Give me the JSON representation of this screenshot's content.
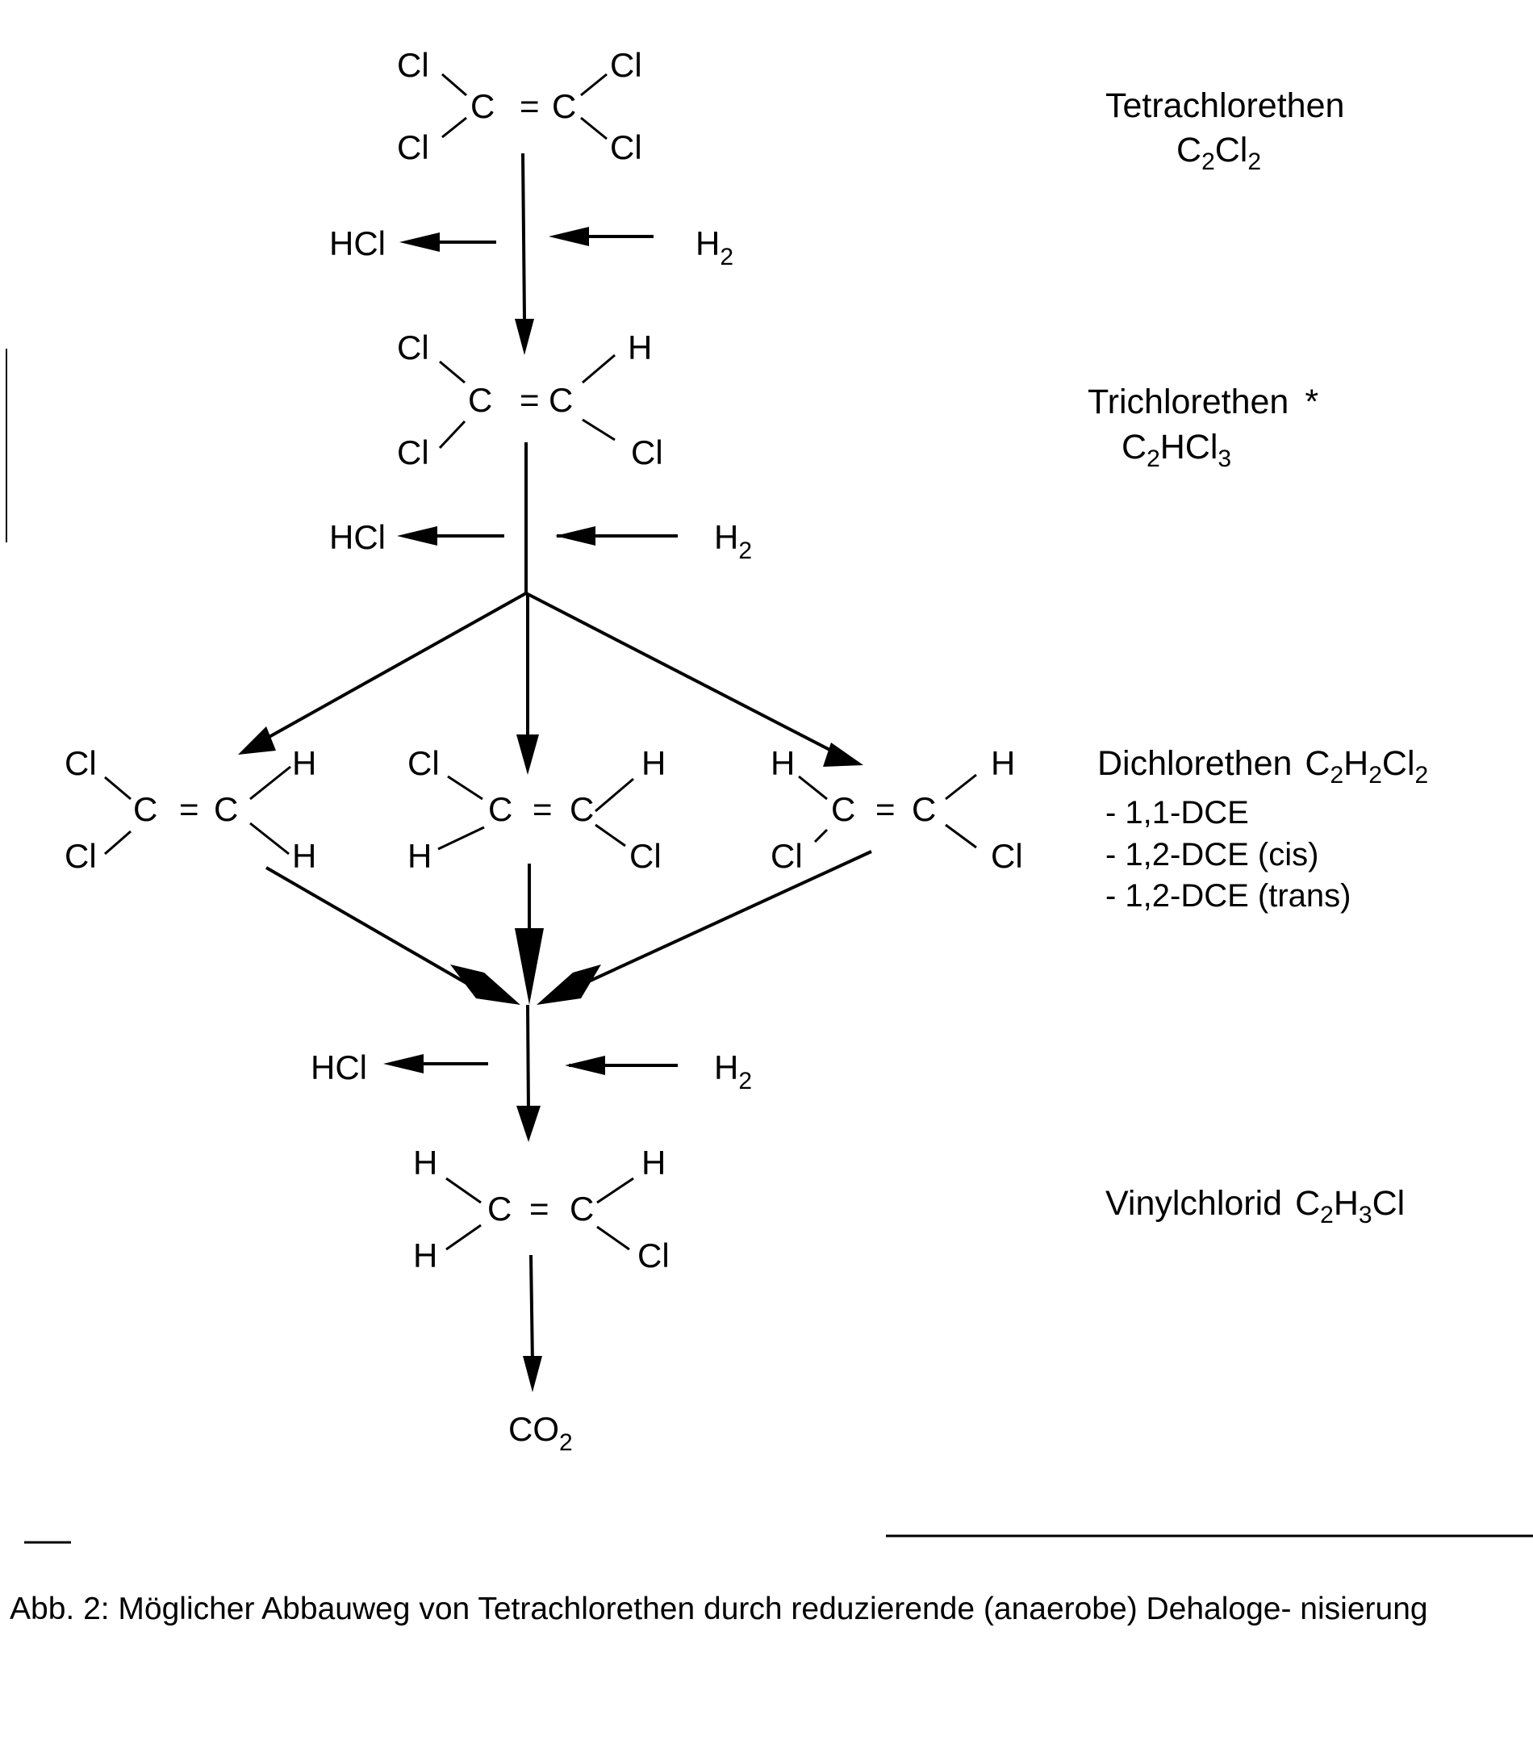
{
  "atoms": {
    "c": "C",
    "cl": "Cl",
    "h": "H",
    "eq": "=",
    "hcl": "HCl",
    "h2_base": "H",
    "h2_sub": "2",
    "co2_base": "CO",
    "co2_sub": "2"
  },
  "labels": {
    "tetra_name": "Tetrachlorethen",
    "tetra_formula": [
      "C",
      "2",
      "Cl",
      "2"
    ],
    "tri_name": "Trichlorethen",
    "tri_mark": "*",
    "tri_formula": [
      "C",
      "2",
      "HCl",
      "3"
    ],
    "di_name": "Dichlorethen",
    "di_formula": [
      "C",
      "2",
      "H",
      "2",
      "Cl",
      "2"
    ],
    "dce_items": [
      "- 1,1-DCE",
      "- 1,2-DCE (cis)",
      "- 1,2-DCE (trans)"
    ],
    "vinyl_name": "Vinylchlorid",
    "vinyl_formula": [
      "C",
      "2",
      "H",
      "3",
      "Cl"
    ]
  },
  "caption": "Abb. 2: Möglicher Abbauweg von Tetrachlorethen durch reduzierende (anaerobe) Dehaloge- nisierung"
}
